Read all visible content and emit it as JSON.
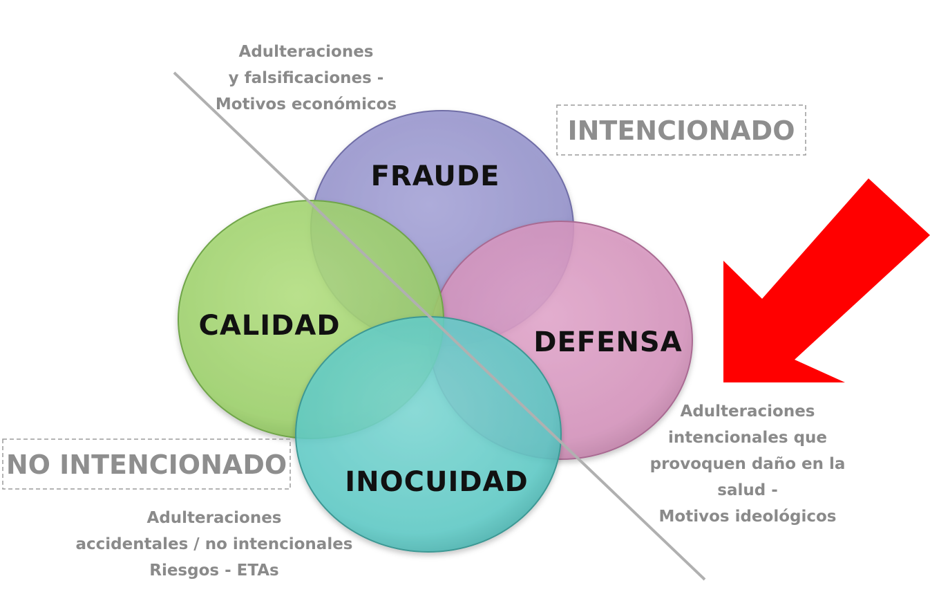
{
  "circles": {
    "fraude": {
      "label": "FRAUDE",
      "color": "#9a98cf"
    },
    "defensa": {
      "label": "DEFENSA",
      "color": "#d893be"
    },
    "calidad": {
      "label": "CALIDAD",
      "color": "#9ed46a"
    },
    "inocuidad": {
      "label": "INOCUIDAD",
      "color": "#5fcbc8"
    }
  },
  "boxes": {
    "intencionado": "INTENCIONADO",
    "no_intencionado": "NO INTENCIONADO"
  },
  "notes": {
    "fraude": [
      "Adulteraciones",
      "y falsificaciones -",
      "Motivos económicos"
    ],
    "defensa": [
      "Adulteraciones",
      "intencionales que",
      "provoquen daño en la",
      "salud -",
      "Motivos ideológicos"
    ],
    "inocuidad": [
      "Adulteraciones",
      "accidentales / no intencionales",
      "Riesgos - ETAs"
    ]
  },
  "arrow": {
    "color": "#ff0000"
  },
  "divider": {
    "color": "#b0b0b0"
  }
}
